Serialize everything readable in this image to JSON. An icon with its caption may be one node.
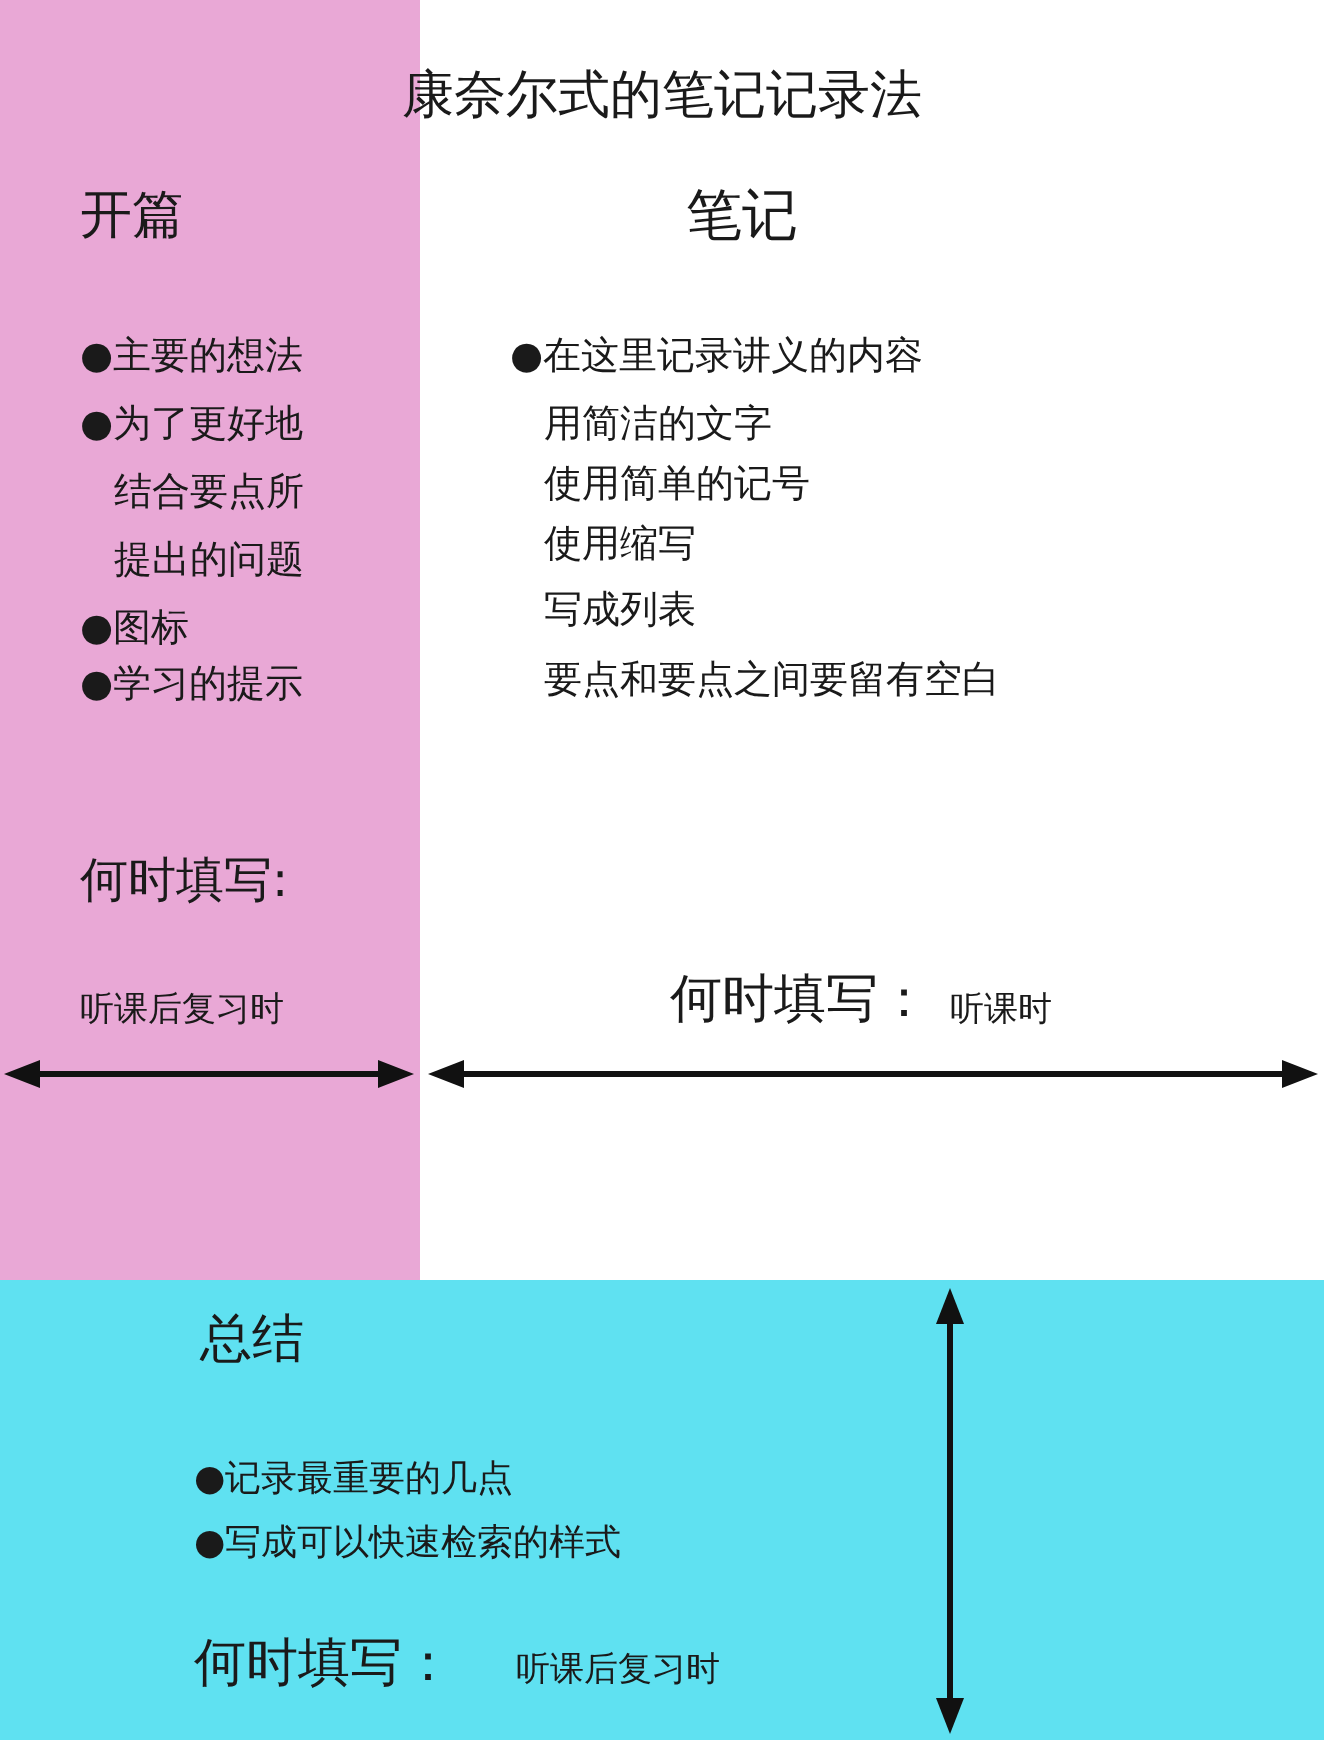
{
  "diagram": {
    "title": "康奈尔式的笔记记录法",
    "nodes": [
      {
        "text": [
          "开篇",
          "●主要的想法",
          "●为了更好地结合要点所提出的问题",
          "●图标",
          "●学习的提示",
          "何时填写:",
          "听课后复习时"
        ]
      },
      {
        "text": [
          "笔记",
          "●在这里记录讲义的内容",
          "用简洁的文字",
          "使用简单的记号",
          "使用缩写",
          "写成列表",
          "要点和要点之间要留有空白",
          "何时填写：",
          "听课时"
        ]
      },
      {
        "text": [
          "总结",
          "●记录最重要的几点",
          "●写成可以快速检索的样式",
          "何时填写：",
          "听课后复习时"
        ]
      }
    ]
  }
}
